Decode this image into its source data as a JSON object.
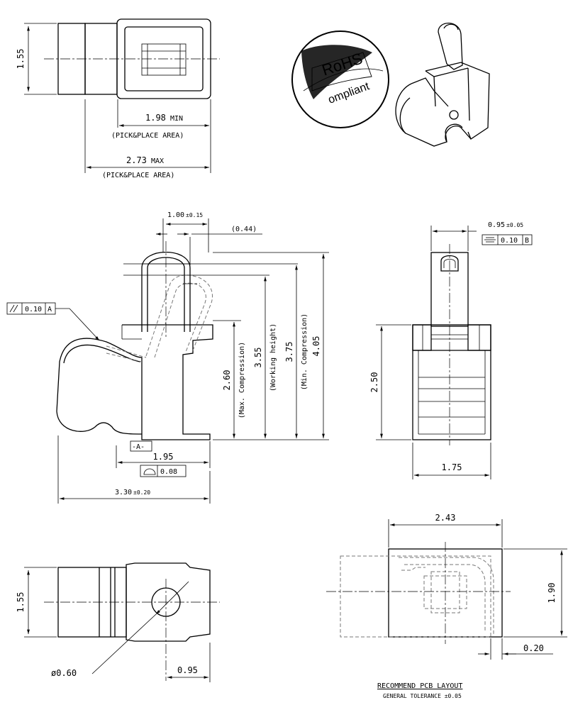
{
  "top_view": {
    "height_dim": "1.55",
    "min_dim": "1.98",
    "min_suffix": "MIN",
    "max_dim": "2.73",
    "max_suffix": "MAX",
    "area_label": "(PICK&PLACE AREA)"
  },
  "rohs_badge": {
    "word": "RoHS",
    "subword": "ompliant"
  },
  "side_view": {
    "width_dim": "1.00",
    "width_tol": "±0.15",
    "offset_dim": "(0.44)",
    "parallel_tol": "0.10",
    "parallel_datum": "A",
    "datum_label": "-A-",
    "height_max_comp": "2.60",
    "label_max_comp": "(Max. Compression)",
    "height_working": "3.55",
    "label_working": "(Working height)",
    "height_min_comp": "3.75",
    "label_min_comp": "(Min. Compression)",
    "height_total": "4.05",
    "base_dim": "1.95",
    "flatness_tol": "0.08",
    "length_dim": "3.30",
    "length_tol": "±0.20"
  },
  "front_view": {
    "width_dim": "0.95",
    "width_tol": "±0.05",
    "symmetry_tol": "0.10",
    "symmetry_datum": "B",
    "height_dim": "2.50",
    "base_dim": "1.75"
  },
  "bottom_view": {
    "height_dim": "1.55",
    "hole_dim": "ø0.60",
    "offset_dim": "0.95"
  },
  "pcb_layout": {
    "width_dim": "2.43",
    "height_dim": "1.90",
    "margin_dim": "0.20",
    "title": "RECOMMEND PCB LAYOUT",
    "tolerance_note": "GENERAL TOLERANCE ±0.05"
  }
}
